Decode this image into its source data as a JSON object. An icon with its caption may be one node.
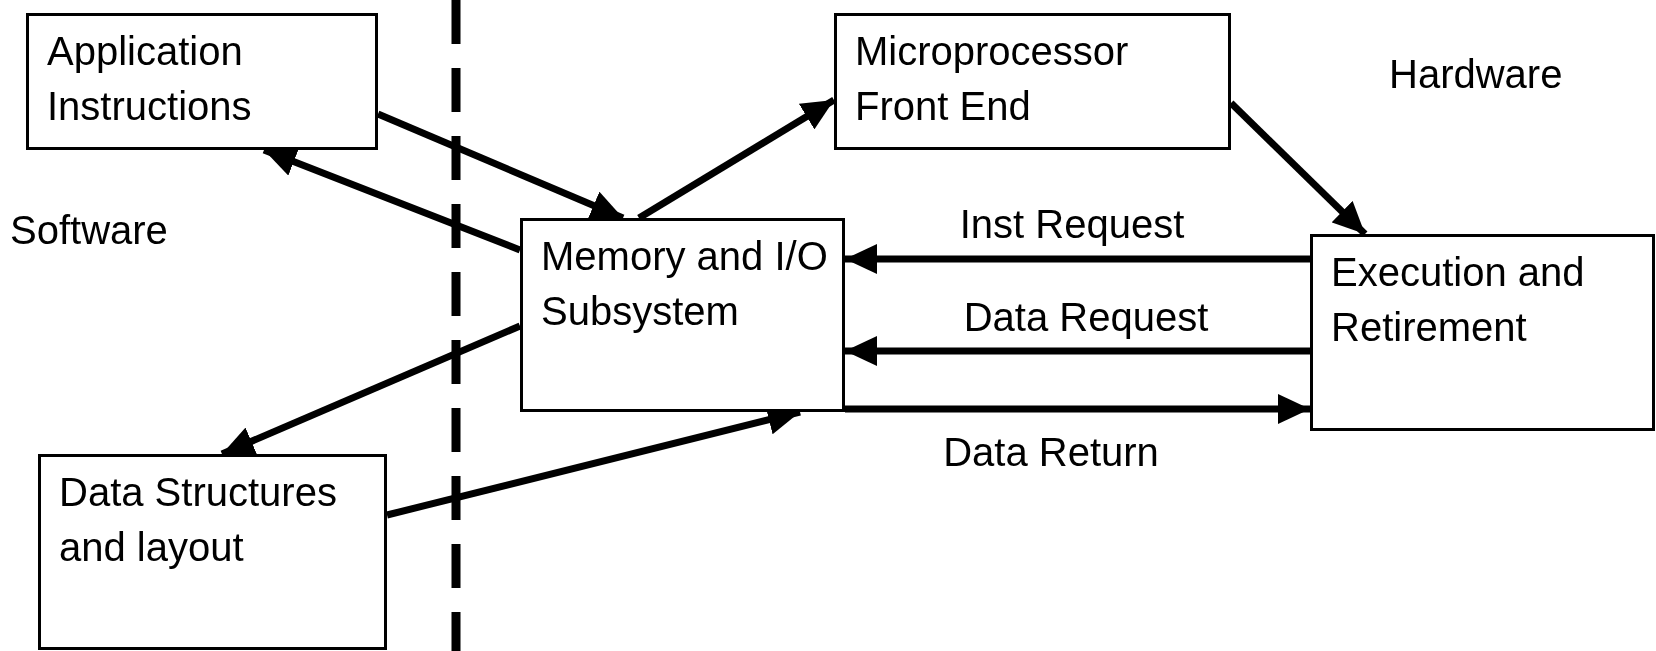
{
  "diagram": {
    "nodes": [
      {
        "text": [
          "Application Instructions"
        ]
      },
      {
        "text": [
          "Microprocessor Front End"
        ]
      },
      {
        "text": [
          "Memory and I/O Subsystem"
        ]
      },
      {
        "text": [
          "Execution and Retirement"
        ]
      },
      {
        "text": [
          "Data Structures and layout"
        ]
      }
    ],
    "edges": [
      {
        "from": 0,
        "to": 2,
        "arrow": "to"
      },
      {
        "from": 2,
        "to": 0,
        "arrow": "to"
      },
      {
        "from": 2,
        "to": 1,
        "arrow": "to"
      },
      {
        "from": 1,
        "to": 3,
        "arrow": "to"
      },
      {
        "from": 3,
        "to": 2,
        "arrow": "to",
        "label": "Inst Request"
      },
      {
        "from": 3,
        "to": 2,
        "arrow": "to",
        "label": "Data Request"
      },
      {
        "from": 2,
        "to": 3,
        "arrow": "to",
        "label": "Data Return"
      },
      {
        "from": 2,
        "to": 4,
        "arrow": "to"
      },
      {
        "from": 4,
        "to": 2,
        "arrow": "to"
      }
    ],
    "labels": [
      "Hardware",
      "Software"
    ]
  }
}
